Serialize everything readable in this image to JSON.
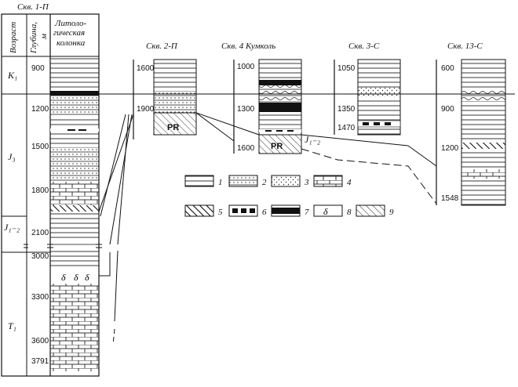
{
  "wells": {
    "w1": {
      "name": "Скв. 1-П"
    },
    "w2": {
      "name": "Скв. 2-П",
      "depths": [
        "1600",
        "1900"
      ],
      "pr": "PR"
    },
    "w4": {
      "name": "Скв. 4  Кумколь",
      "depths": [
        "1000",
        "1300",
        "1600"
      ],
      "pr": "PR"
    },
    "w3": {
      "name": "Скв. 3-С",
      "depths": [
        "1050",
        "1350",
        "1470"
      ]
    },
    "w13": {
      "name": "Скв. 13-С",
      "depths": [
        "600",
        "900",
        "1200",
        "1548"
      ]
    }
  },
  "headers": {
    "age": "Возраст",
    "depth1": "Глубина,",
    "depth2": "м",
    "lith1": "Литоло-",
    "lith2": "гическая",
    "lith3": "колонка"
  },
  "ages": {
    "k1": "K₁",
    "j3": "J₃",
    "j12": "J₁₋₂",
    "t1": "T₁",
    "j12_section": "J₁₋₂"
  },
  "w1_depths": [
    "900",
    "1200",
    "1500",
    "1800",
    "2100",
    "3000",
    "3300",
    "3600",
    "3791"
  ],
  "legend": [
    {
      "num": "1",
      "pattern": "clay"
    },
    {
      "num": "2",
      "pattern": "silt"
    },
    {
      "num": "3",
      "pattern": "sand"
    },
    {
      "num": "4",
      "pattern": "limestone"
    },
    {
      "num": "5",
      "pattern": "hatch-dense"
    },
    {
      "num": "6",
      "pattern": "bar-dash"
    },
    {
      "num": "7",
      "pattern": "bar-solid"
    },
    {
      "num": "8",
      "pattern": "delta",
      "glyph": "δ"
    },
    {
      "num": "9",
      "pattern": "hatch-light"
    }
  ]
}
